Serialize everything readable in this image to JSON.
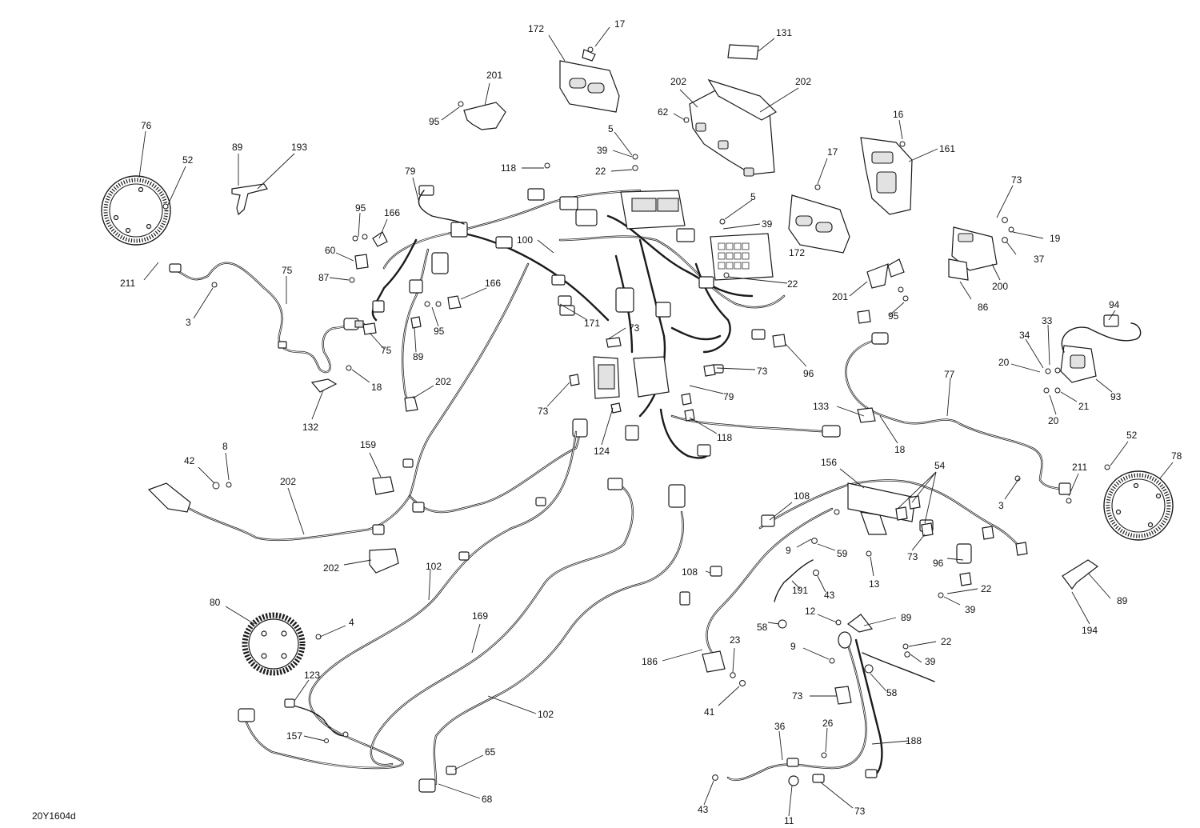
{
  "document_id": "20Y1604d",
  "callouts": [
    {
      "id": "c17a",
      "text": "17"
    },
    {
      "id": "c172a",
      "text": "172"
    },
    {
      "id": "c131",
      "text": "131"
    },
    {
      "id": "c201a",
      "text": "201"
    },
    {
      "id": "c95a",
      "text": "95"
    },
    {
      "id": "c202a",
      "text": "202"
    },
    {
      "id": "c202b",
      "text": "202"
    },
    {
      "id": "c62",
      "text": "62"
    },
    {
      "id": "c5a",
      "text": "5"
    },
    {
      "id": "c39a",
      "text": "39"
    },
    {
      "id": "c22a",
      "text": "22"
    },
    {
      "id": "c118a",
      "text": "118"
    },
    {
      "id": "c16",
      "text": "16"
    },
    {
      "id": "c161",
      "text": "161"
    },
    {
      "id": "c76",
      "text": "76"
    },
    {
      "id": "c52a",
      "text": "52"
    },
    {
      "id": "c89a",
      "text": "89"
    },
    {
      "id": "c193",
      "text": "193"
    },
    {
      "id": "c79a",
      "text": "79"
    },
    {
      "id": "c17b",
      "text": "17"
    },
    {
      "id": "c5b",
      "text": "5"
    },
    {
      "id": "c39b",
      "text": "39"
    },
    {
      "id": "c73a",
      "text": "73"
    },
    {
      "id": "c95b",
      "text": "95"
    },
    {
      "id": "c166a",
      "text": "166"
    },
    {
      "id": "c19",
      "text": "19"
    },
    {
      "id": "c172b",
      "text": "172"
    },
    {
      "id": "c37",
      "text": "37"
    },
    {
      "id": "c60",
      "text": "60"
    },
    {
      "id": "c100",
      "text": "100"
    },
    {
      "id": "c211a",
      "text": "211"
    },
    {
      "id": "c75a",
      "text": "75"
    },
    {
      "id": "c87",
      "text": "87"
    },
    {
      "id": "c22b",
      "text": "22"
    },
    {
      "id": "c200",
      "text": "200"
    },
    {
      "id": "c201b",
      "text": "201"
    },
    {
      "id": "c166b",
      "text": "166"
    },
    {
      "id": "c86",
      "text": "86"
    },
    {
      "id": "c3a",
      "text": "3"
    },
    {
      "id": "c95c",
      "text": "95"
    },
    {
      "id": "c95d",
      "text": "95"
    },
    {
      "id": "c171",
      "text": "171"
    },
    {
      "id": "c94",
      "text": "94"
    },
    {
      "id": "c73b",
      "text": "73"
    },
    {
      "id": "c33",
      "text": "33"
    },
    {
      "id": "c34",
      "text": "34"
    },
    {
      "id": "c75b",
      "text": "75"
    },
    {
      "id": "c89b",
      "text": "89"
    },
    {
      "id": "c96a",
      "text": "96"
    },
    {
      "id": "c20a",
      "text": "20"
    },
    {
      "id": "c73c",
      "text": "73"
    },
    {
      "id": "c77",
      "text": "77"
    },
    {
      "id": "c18a",
      "text": "18"
    },
    {
      "id": "c202c",
      "text": "202"
    },
    {
      "id": "c79b",
      "text": "79"
    },
    {
      "id": "c93",
      "text": "93"
    },
    {
      "id": "c132",
      "text": "132"
    },
    {
      "id": "c73d",
      "text": "73"
    },
    {
      "id": "c133",
      "text": "133"
    },
    {
      "id": "c21",
      "text": "21"
    },
    {
      "id": "c20b",
      "text": "20"
    },
    {
      "id": "c124",
      "text": "124"
    },
    {
      "id": "c118b",
      "text": "118"
    },
    {
      "id": "c18b",
      "text": "18"
    },
    {
      "id": "c159",
      "text": "159"
    },
    {
      "id": "c8",
      "text": "8"
    },
    {
      "id": "c52b",
      "text": "52"
    },
    {
      "id": "c42",
      "text": "42"
    },
    {
      "id": "c78",
      "text": "78"
    },
    {
      "id": "c156",
      "text": "156"
    },
    {
      "id": "c54",
      "text": "54"
    },
    {
      "id": "c202d",
      "text": "202"
    },
    {
      "id": "c211b",
      "text": "211"
    },
    {
      "id": "c3b",
      "text": "3"
    },
    {
      "id": "c108a",
      "text": "108"
    },
    {
      "id": "c9a",
      "text": "9"
    },
    {
      "id": "c59",
      "text": "59"
    },
    {
      "id": "c73e",
      "text": "73"
    },
    {
      "id": "c96b",
      "text": "96"
    },
    {
      "id": "c202e",
      "text": "202"
    },
    {
      "id": "c102a",
      "text": "102"
    },
    {
      "id": "c13",
      "text": "13"
    },
    {
      "id": "c108b",
      "text": "108"
    },
    {
      "id": "c191",
      "text": "191"
    },
    {
      "id": "c22c",
      "text": "22"
    },
    {
      "id": "c43a",
      "text": "43"
    },
    {
      "id": "c89c",
      "text": "89"
    },
    {
      "id": "c80",
      "text": "80"
    },
    {
      "id": "c39c",
      "text": "39"
    },
    {
      "id": "c58a",
      "text": "58"
    },
    {
      "id": "c12",
      "text": "12"
    },
    {
      "id": "c89d",
      "text": "89"
    },
    {
      "id": "c169",
      "text": "169"
    },
    {
      "id": "c4",
      "text": "4"
    },
    {
      "id": "c194",
      "text": "194"
    },
    {
      "id": "c23",
      "text": "23"
    },
    {
      "id": "c22d",
      "text": "22"
    },
    {
      "id": "c9b",
      "text": "9"
    },
    {
      "id": "c39d",
      "text": "39"
    },
    {
      "id": "c186",
      "text": "186"
    },
    {
      "id": "c123",
      "text": "123"
    },
    {
      "id": "c58b",
      "text": "58"
    },
    {
      "id": "c102b",
      "text": "102"
    },
    {
      "id": "c41",
      "text": "41"
    },
    {
      "id": "c73f",
      "text": "73"
    },
    {
      "id": "c36",
      "text": "36"
    },
    {
      "id": "c26",
      "text": "26"
    },
    {
      "id": "c157",
      "text": "157"
    },
    {
      "id": "c188",
      "text": "188"
    },
    {
      "id": "c65",
      "text": "65"
    },
    {
      "id": "c43b",
      "text": "43"
    },
    {
      "id": "c73g",
      "text": "73"
    },
    {
      "id": "c68",
      "text": "68"
    },
    {
      "id": "c11",
      "text": "11"
    }
  ]
}
